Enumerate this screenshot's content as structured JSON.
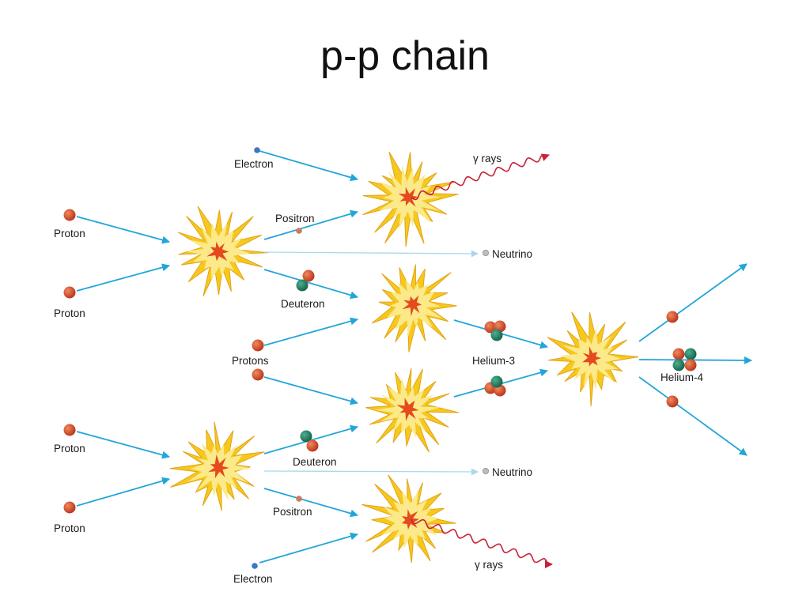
{
  "title": "p-p chain",
  "labels": {
    "proton": "Proton",
    "electron": "Electron",
    "positron": "Positron",
    "neutrino": "Neutrino",
    "deuteron": "Deuteron",
    "protons": "Protons",
    "helium3": "Helium-3",
    "helium4": "Helium-4",
    "gamma": "γ rays"
  },
  "colors": {
    "proton": "#c8401e",
    "neutron": "#1f7a5c",
    "electron": "#3a78c6",
    "positron": "#d07a5a",
    "neutrino": "#bdbdbd",
    "arrow": "#22a6d8",
    "neutrino_arrow": "#a9d8ee",
    "gamma": "#c8213a",
    "burst_outer": "#f6c81e",
    "burst_inner": "#fbe98a",
    "burst_core": "#e54a1e"
  }
}
